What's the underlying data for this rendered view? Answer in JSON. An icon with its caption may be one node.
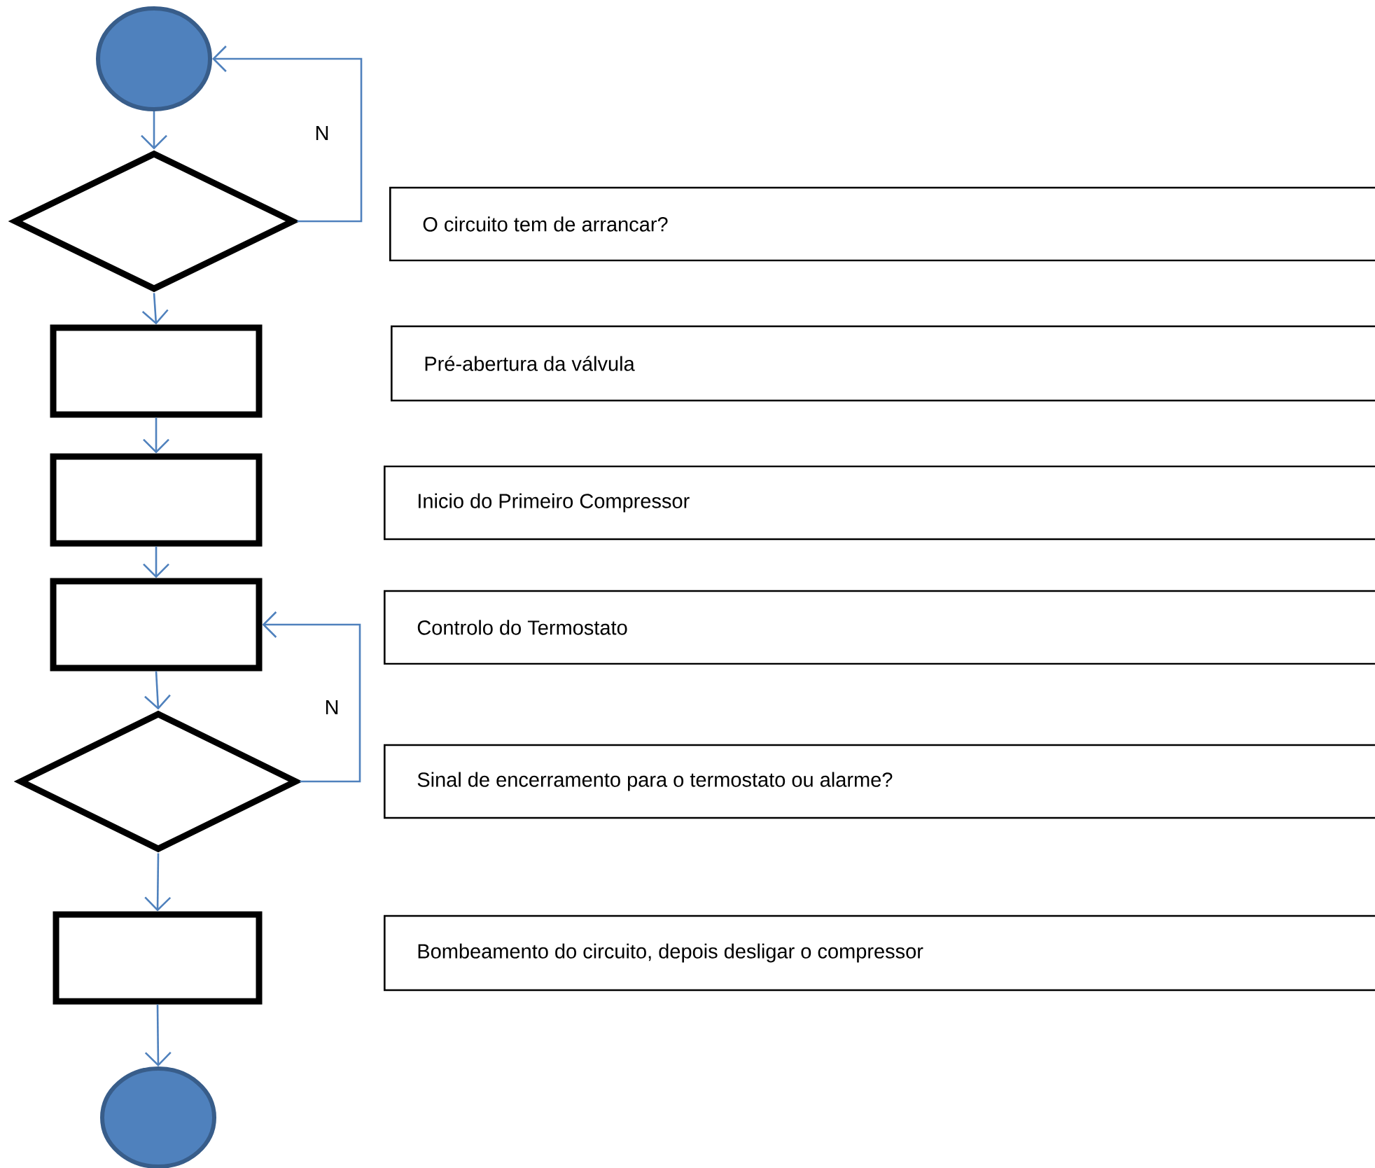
{
  "diagram": {
    "nodes": [
      {
        "text": [],
        "shape": "circle"
      },
      {
        "text": [],
        "shape": "diamond"
      },
      {
        "text": [
          "O circuito tem de arrancar?"
        ]
      },
      {
        "text": [],
        "shape": "box"
      },
      {
        "text": [
          "Pré-abertura da válvula"
        ]
      },
      {
        "text": [],
        "shape": "box"
      },
      {
        "text": [
          "Inicio do Primeiro Compressor"
        ]
      },
      {
        "text": [],
        "shape": "box"
      },
      {
        "text": [
          "Controlo do Termostato"
        ]
      },
      {
        "text": [],
        "shape": "diamond"
      },
      {
        "text": [
          "Sinal de encerramento para o termostato ou alarme?"
        ]
      },
      {
        "text": [],
        "shape": "box"
      },
      {
        "text": [
          "Bombeamento do circuito, depois desligar o compressor"
        ]
      },
      {
        "text": [],
        "shape": "circle"
      }
    ],
    "edges": [
      {
        "from": 0,
        "to": 1,
        "arrow": "to"
      },
      {
        "from": 1,
        "to": 0,
        "arrow": "to",
        "label": "N"
      },
      {
        "from": 1,
        "to": 3,
        "arrow": "to"
      },
      {
        "from": 3,
        "to": 5,
        "arrow": "to"
      },
      {
        "from": 5,
        "to": 7,
        "arrow": "to"
      },
      {
        "from": 7,
        "to": 9,
        "arrow": "to"
      },
      {
        "from": 9,
        "to": 7,
        "arrow": "to",
        "label": "N"
      },
      {
        "from": 9,
        "to": 11,
        "arrow": "to"
      },
      {
        "from": 11,
        "to": 13,
        "arrow": "to"
      }
    ]
  }
}
